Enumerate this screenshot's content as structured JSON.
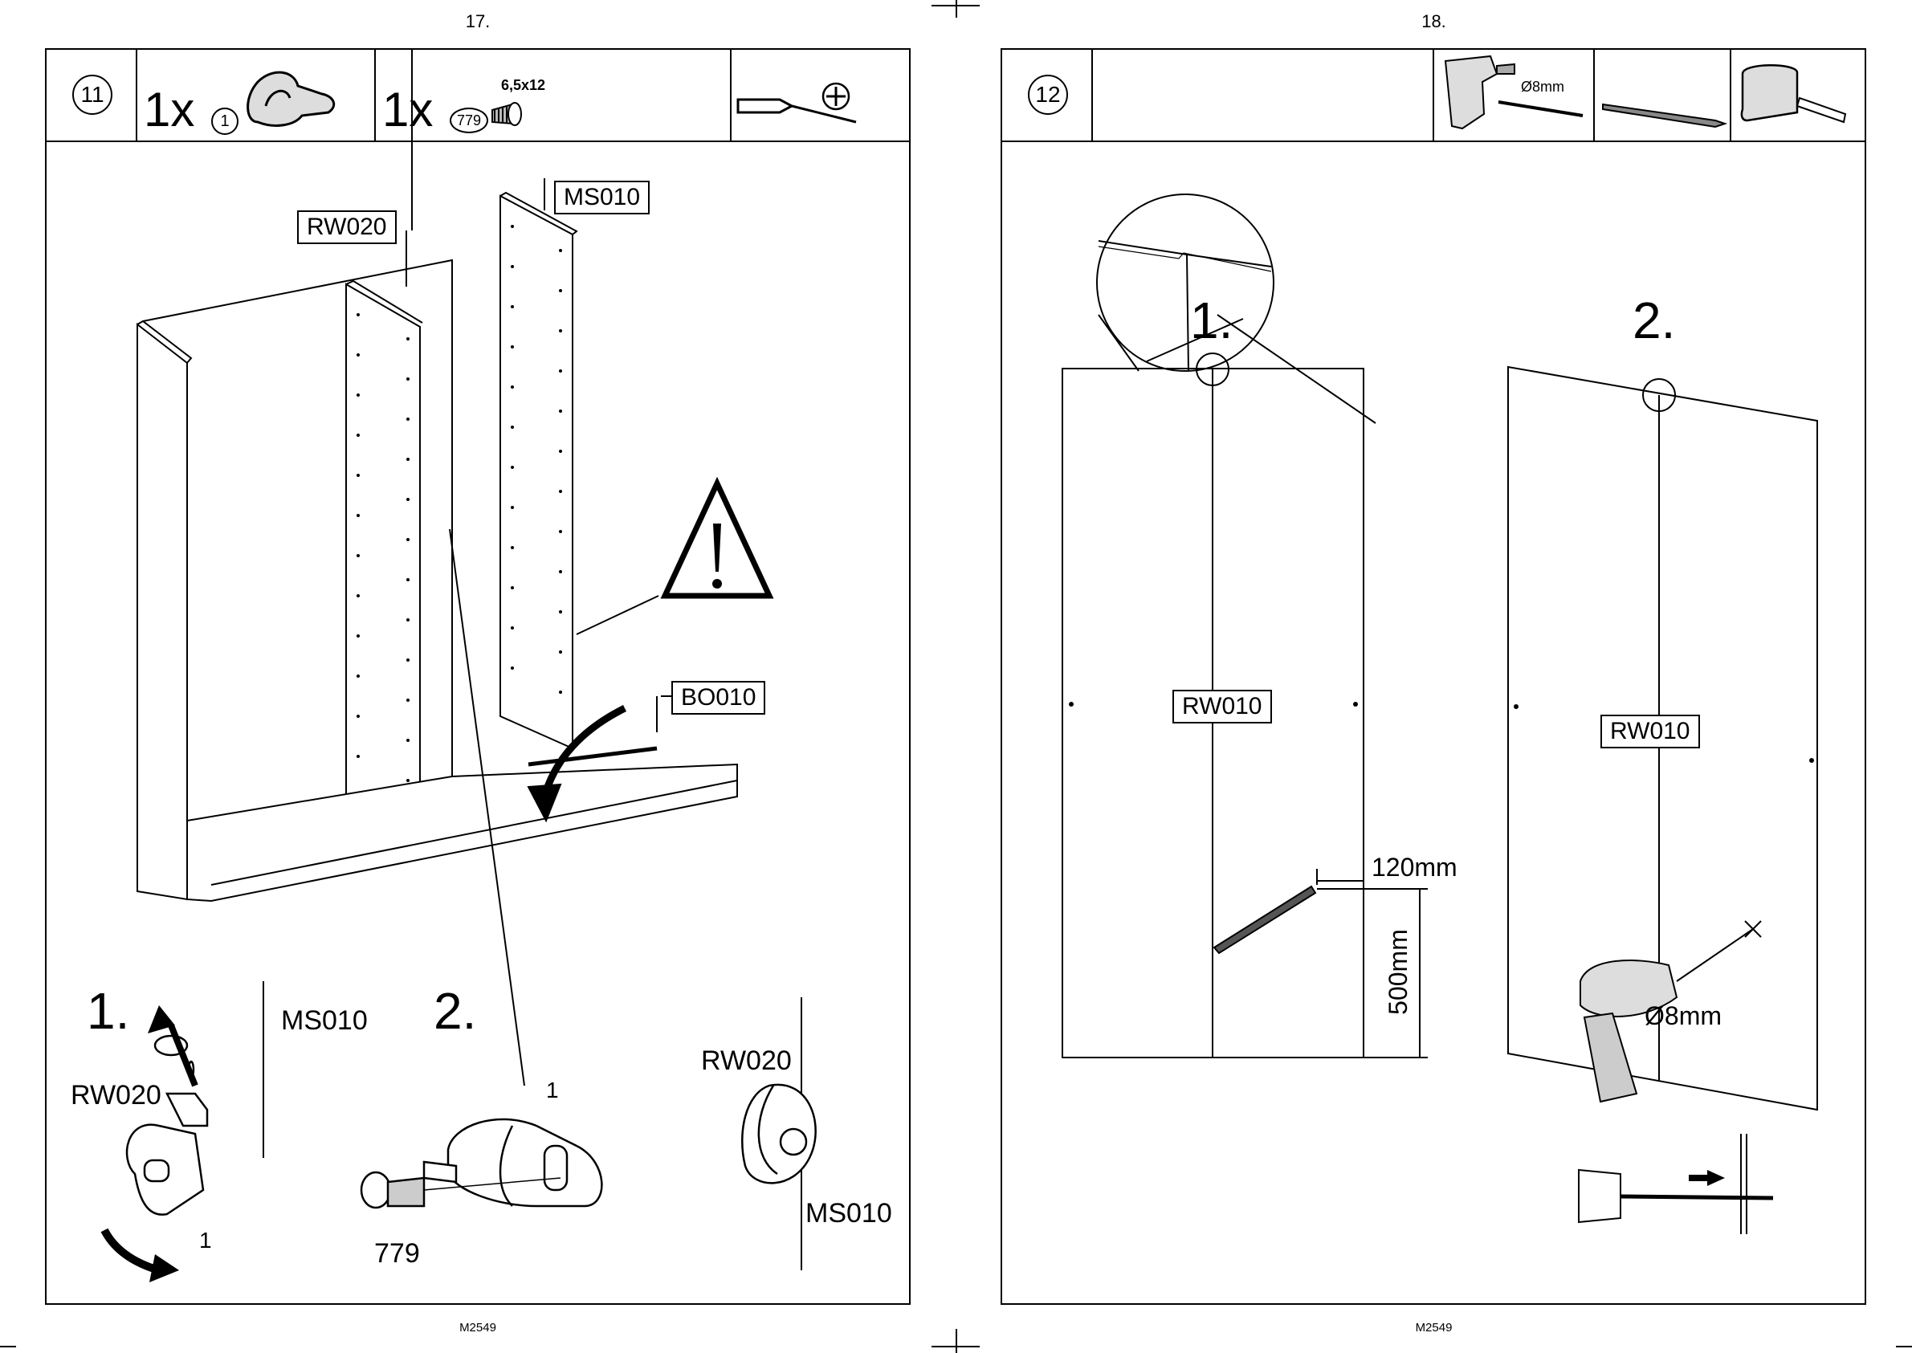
{
  "left_page": {
    "page_number": "17.",
    "footer_ref": "M2549",
    "step_number": "11",
    "parts": [
      {
        "quantity": "1x",
        "part_ref": "1",
        "icon": "cam-connector-icon"
      },
      {
        "quantity": "1x",
        "part_ref": "779",
        "size": "6,5x12",
        "icon": "screw-icon"
      }
    ],
    "tool_icons": [
      "screwdriver-icon",
      "phillips-head-icon"
    ],
    "panel_labels": {
      "rw020": "RW020",
      "ms010": "MS010",
      "bo010": "BO010"
    },
    "substeps": {
      "one": "1.",
      "two": "2.",
      "ms010": "MS010",
      "rw020": "RW020",
      "part_1a": "1",
      "part_1b": "1",
      "part_779": "779",
      "rw020_final": "RW020",
      "ms010_final": "MS010"
    }
  },
  "right_page": {
    "page_number": "18.",
    "footer_ref": "M2549",
    "step_number": "12",
    "tool_icons": [
      "drill-icon",
      "drill-bit-icon",
      "pencil-icon",
      "tape-measure-icon"
    ],
    "drill_size": "Ø8mm",
    "markers": {
      "one": "1.",
      "two": "2."
    },
    "panel_labels": {
      "left": "RW010",
      "right": "RW010"
    },
    "dimensions": {
      "horizontal": "120mm",
      "vertical": "500mm"
    },
    "drill_label": "Ø8mm"
  }
}
